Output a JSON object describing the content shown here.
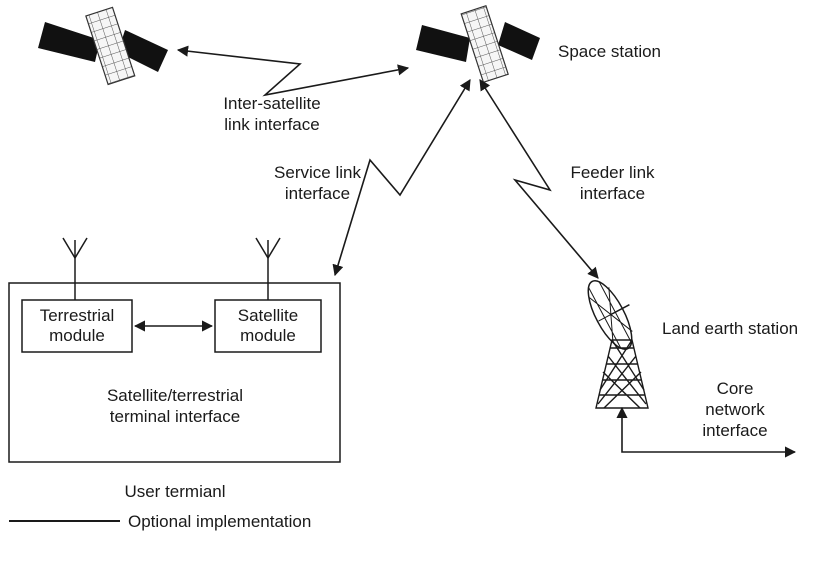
{
  "labels": {
    "space_station": "Space station",
    "inter_satellite_1": "Inter-satellite",
    "inter_satellite_2": "link interface",
    "service_link_1": "Service link",
    "service_link_2": "interface",
    "feeder_link_1": "Feeder link",
    "feeder_link_2": "interface",
    "terrestrial_1": "Terrestrial",
    "terrestrial_2": "module",
    "satellite_1": "Satellite",
    "satellite_2": "module",
    "terminal_interface_1": "Satellite/terrestrial",
    "terminal_interface_2": "terminal interface",
    "user_terminal": "User termianl",
    "land_earth_station": "Land earth station",
    "core_1": "Core",
    "core_2": "network",
    "core_3": "interface",
    "legend": "Optional implementation"
  },
  "icons": {
    "satellite_left": "satellite-icon",
    "satellite_right": "satellite-icon",
    "dish": "dish-antenna-icon",
    "antenna": "antenna-icon"
  }
}
